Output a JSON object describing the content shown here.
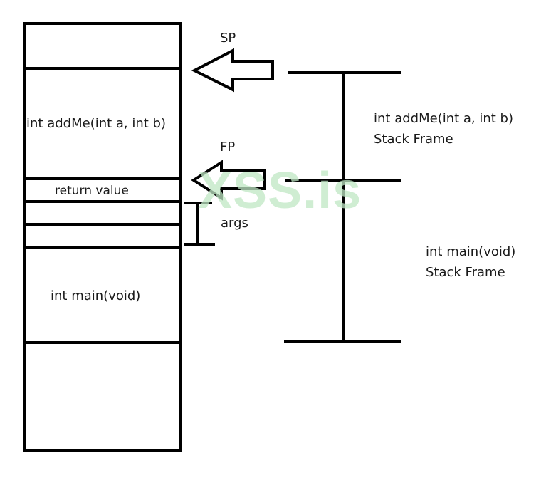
{
  "stack": {
    "addme_frame": "int addMe(int a, int b)",
    "return_value": "return value",
    "main_frame": "int main(void)"
  },
  "pointers": {
    "sp": "SP",
    "fp": "FP"
  },
  "args_label": "args",
  "frames": {
    "addme_line1": "int addMe(int a, int b)",
    "addme_line2": "Stack Frame",
    "main_line1": "int main(void)",
    "main_line2": "Stack Frame"
  },
  "watermark": "XSS.is"
}
